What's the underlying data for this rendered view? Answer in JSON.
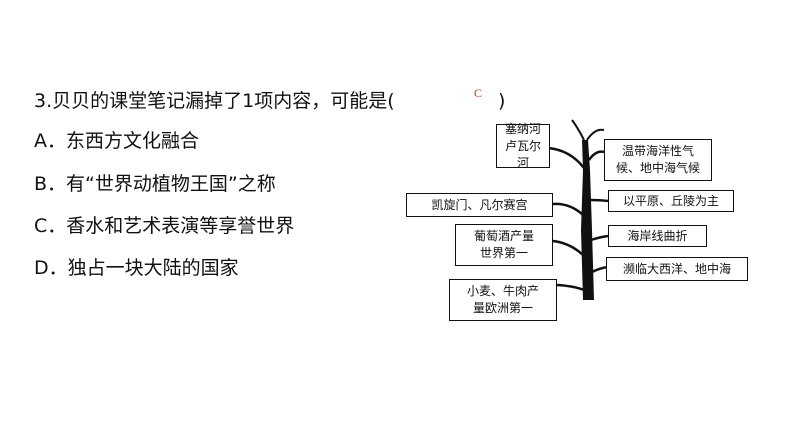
{
  "question": {
    "stem": "3.贝贝的课堂笔记漏掉了1项内容，可能是(",
    "answer": "C",
    "close": ")",
    "options": [
      "A．东西方文化融合",
      "B．有“世界动植物王国”之称",
      "C．香水和艺术表演等享誉世界",
      "D．独占一块大陆的国家"
    ]
  },
  "tree": {
    "left_boxes": [
      {
        "lines": [
          "塞纳河",
          "卢瓦尔河"
        ]
      },
      {
        "lines": [
          "凯旋门、凡尔赛宫"
        ]
      },
      {
        "lines": [
          "葡萄酒产量",
          "世界第一"
        ]
      },
      {
        "lines": [
          "小麦、牛肉产",
          "量欧洲第一"
        ]
      }
    ],
    "right_boxes": [
      {
        "lines": [
          "温带海洋性气",
          "候、地中海气候"
        ]
      },
      {
        "lines": [
          "以平原、丘陵为主"
        ]
      },
      {
        "lines": [
          "海岸线曲折"
        ]
      },
      {
        "lines": [
          "濒临大西洋、地中海"
        ]
      }
    ]
  }
}
